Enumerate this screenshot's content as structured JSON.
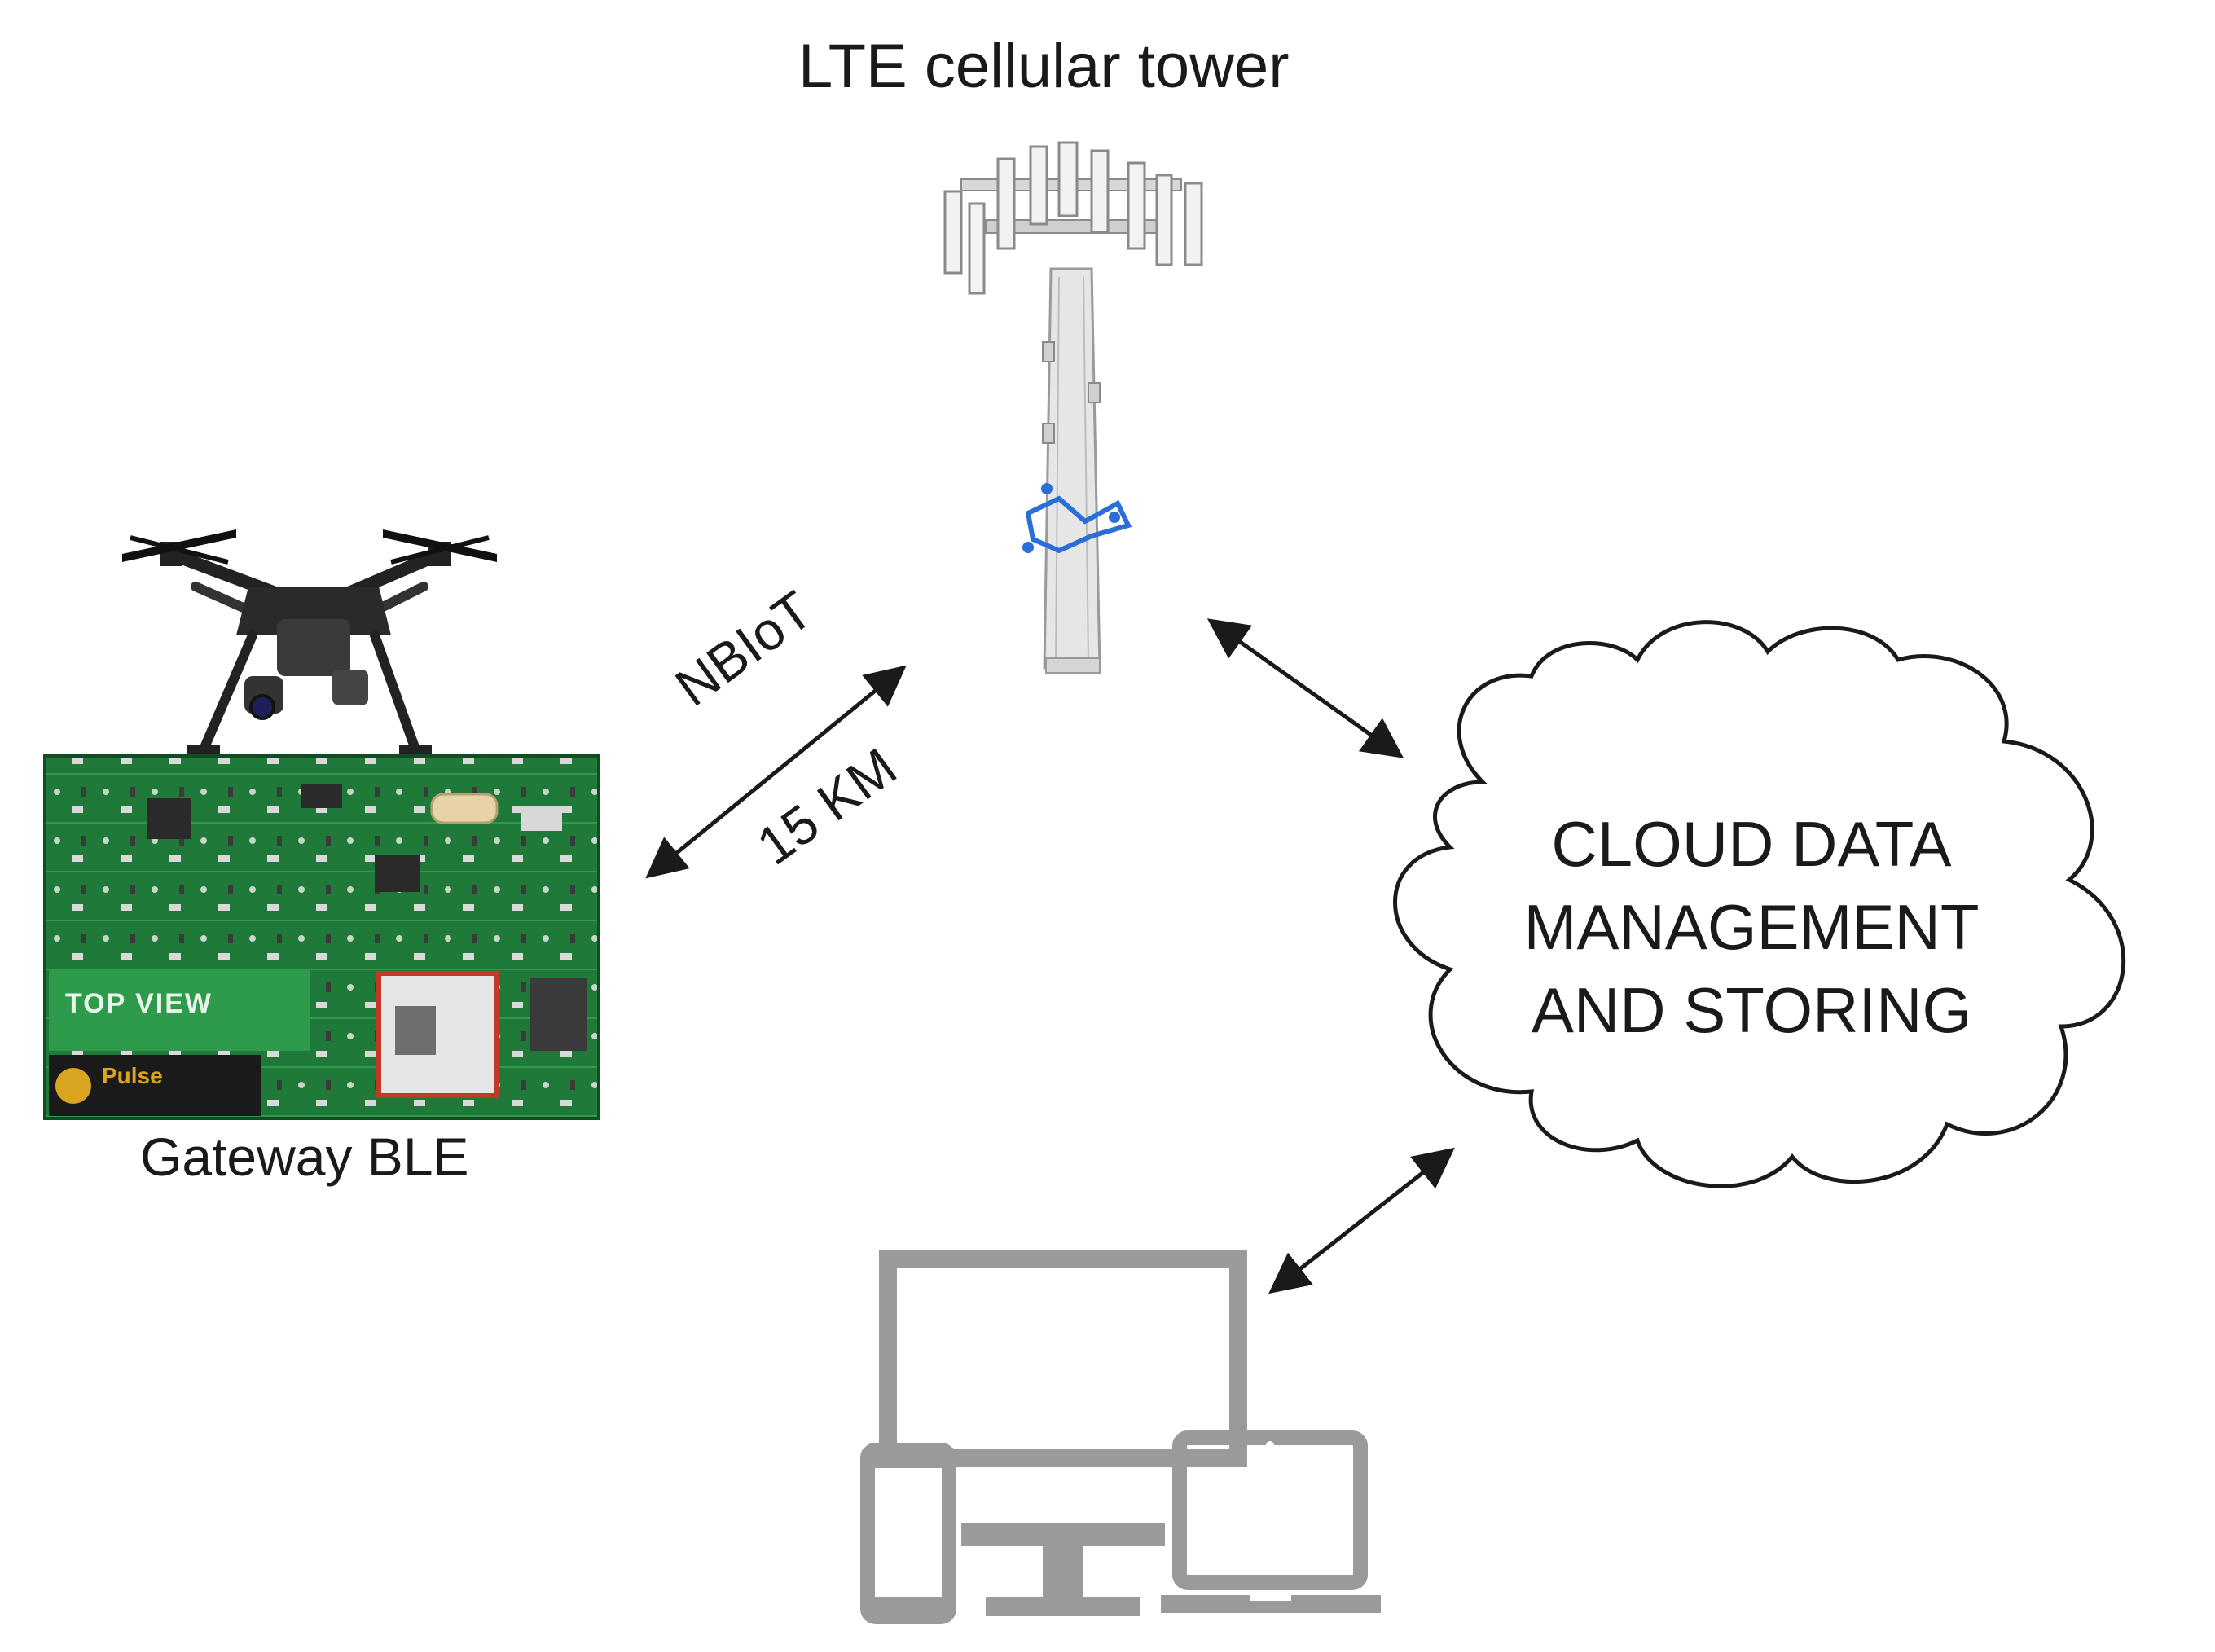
{
  "tower": {
    "title": "LTE cellular tower"
  },
  "gateway": {
    "caption": "Gateway BLE",
    "board_logo_text": "TOP VIEW",
    "board_brand_text": "Pulse"
  },
  "link": {
    "protocol": "NBIoT",
    "range": "15 KM"
  },
  "cloud": {
    "lines": [
      "CLOUD DATA",
      "MANAGEMENT",
      "AND STORING"
    ]
  },
  "colors": {
    "pcb_green": "#1f7a3a",
    "device_gray": "#9a9a9a",
    "arrow": "#1a1a1a",
    "text": "#1a1a1a",
    "tower_accent": "#2a6fd6"
  },
  "icons": [
    "drone-icon",
    "cellular-tower-icon",
    "cloud-icon",
    "monitor-icon",
    "phone-icon",
    "laptop-icon"
  ]
}
